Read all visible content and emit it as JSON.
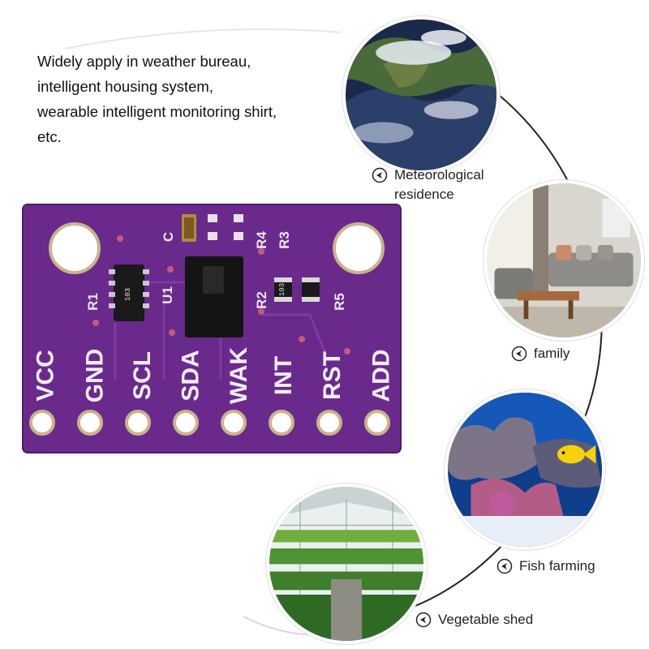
{
  "intro_lines": [
    "Widely apply in weather bureau,",
    "intelligent housing system,",
    "wearable intelligent monitoring shirt,",
    "etc."
  ],
  "board": {
    "pins": [
      "VCC",
      "GND",
      "SCL",
      "SDA",
      "WAK",
      "INT",
      "RST",
      "ADD"
    ],
    "silkscreen": {
      "r1": "R1",
      "u1": "U1",
      "c": "C",
      "r4": "R4",
      "r3": "R3",
      "r2": "R2",
      "r5": "R5",
      "chip_code_1": "103",
      "chip_code_2": "103"
    }
  },
  "scenes": [
    {
      "name": "meteorological",
      "caption": "Meteorological\nresidence"
    },
    {
      "name": "family",
      "caption": "family"
    },
    {
      "name": "fish",
      "caption": "Fish farming"
    },
    {
      "name": "vegetable",
      "caption": "Vegetable shed"
    }
  ],
  "colors": {
    "board": "#6a2a8c",
    "arc": "#222222",
    "text": "#111111"
  },
  "icons": [
    "arrow-circle-icon"
  ]
}
